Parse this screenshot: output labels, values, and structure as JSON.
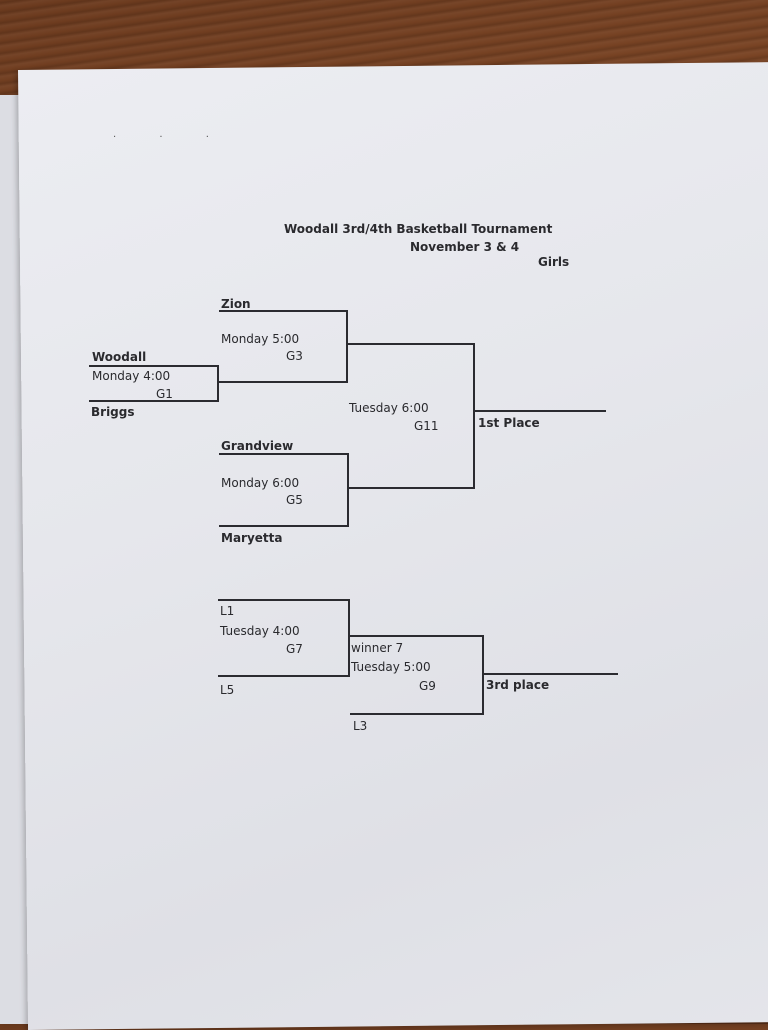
{
  "header": {
    "title": "Woodall 3rd/4th Basketball Tournament",
    "dates": "November 3 & 4",
    "division": "Girls"
  },
  "games": {
    "g1": {
      "team_top": "Woodall",
      "time": "Monday 4:00",
      "code": "G1",
      "team_bottom": "Briggs"
    },
    "g3": {
      "team_top": "Zion",
      "time": "Monday 5:00",
      "code": "G3"
    },
    "g5": {
      "team_top": "Grandview",
      "time": "Monday 6:00",
      "code": "G5",
      "team_bottom": "Maryetta"
    },
    "g11": {
      "time": "Tuesday 6:00",
      "code": "G11"
    },
    "g7": {
      "team_top": "L1",
      "time": "Tuesday 4:00",
      "code": "G7",
      "team_bottom": "L5"
    },
    "g9": {
      "team_top": "winner 7",
      "time": "Tuesday 5:00",
      "code": "G9",
      "team_bottom": "L3"
    }
  },
  "results": {
    "first_place": "1st Place",
    "third_place": "3rd place"
  }
}
